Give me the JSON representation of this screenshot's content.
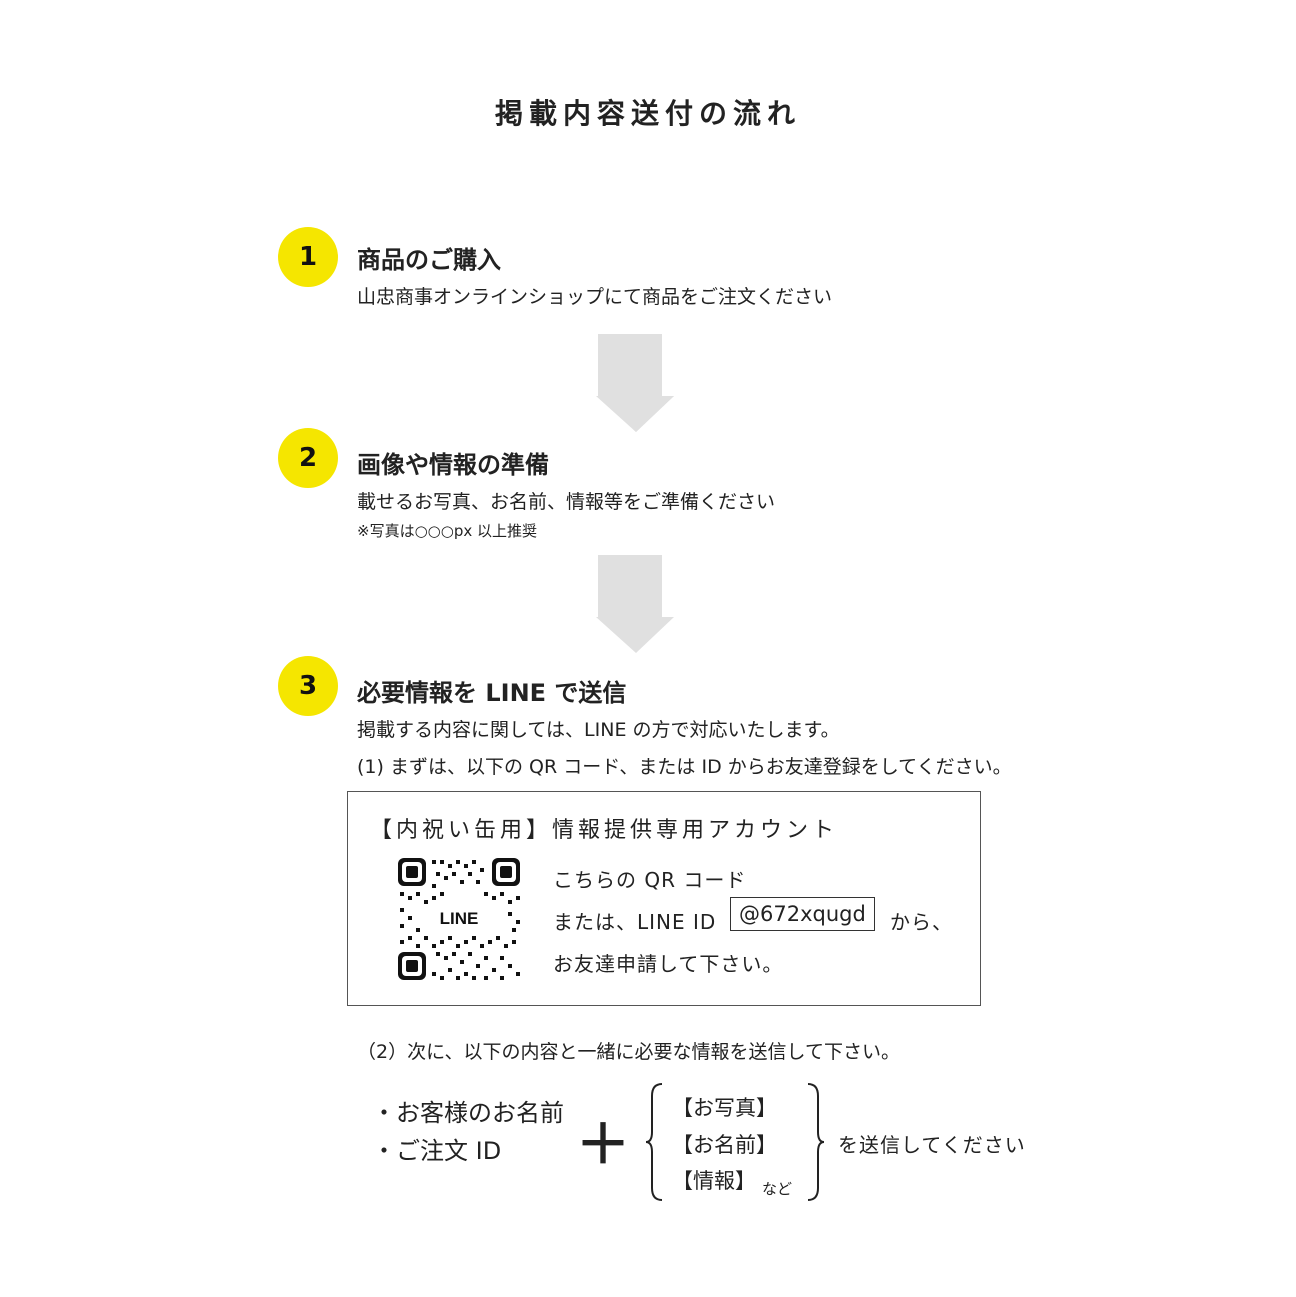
{
  "title": "掲載内容送付の流れ",
  "colors": {
    "step_circle": "#f5e600",
    "arrow": "#e0e0e0"
  },
  "steps": [
    {
      "number": "1",
      "title": "商品のご購入",
      "text": "山忠商事オンラインショップにて商品をご注文ください"
    },
    {
      "number": "2",
      "title": "画像や情報の準備",
      "text": "載せるお写真、お名前、情報等をご準備ください",
      "note": "※写真は○○○px 以上推奨"
    },
    {
      "number": "3",
      "title": "必要情報を LINE で送信",
      "text": "掲載する内容に関しては、LINE の方で対応いたします。",
      "text2": "(1) まずは、以下の QR コード、または ID からお友達登録をしてください。"
    }
  ],
  "line_box": {
    "title": "【内祝い缶用】情報提供専用アカウント",
    "qr_logo_text": "LINE",
    "line1": "こちらの QR コード",
    "line2_prefix": "または、LINE ID",
    "line_id": "@672xqugd",
    "line2_suffix": "から、",
    "line3": "お友達申請して下さい。"
  },
  "step3_text3": "（2）次に、以下の内容と一緒に必要な情報を送信して下さい。",
  "bullets": [
    "・お客様のお名前",
    "・ご注文 ID"
  ],
  "plus": "＋",
  "bracket_items": [
    "【お写真】",
    "【お名前】",
    "【情報】"
  ],
  "bracket_suffix": "など",
  "send_text": "を送信してください"
}
